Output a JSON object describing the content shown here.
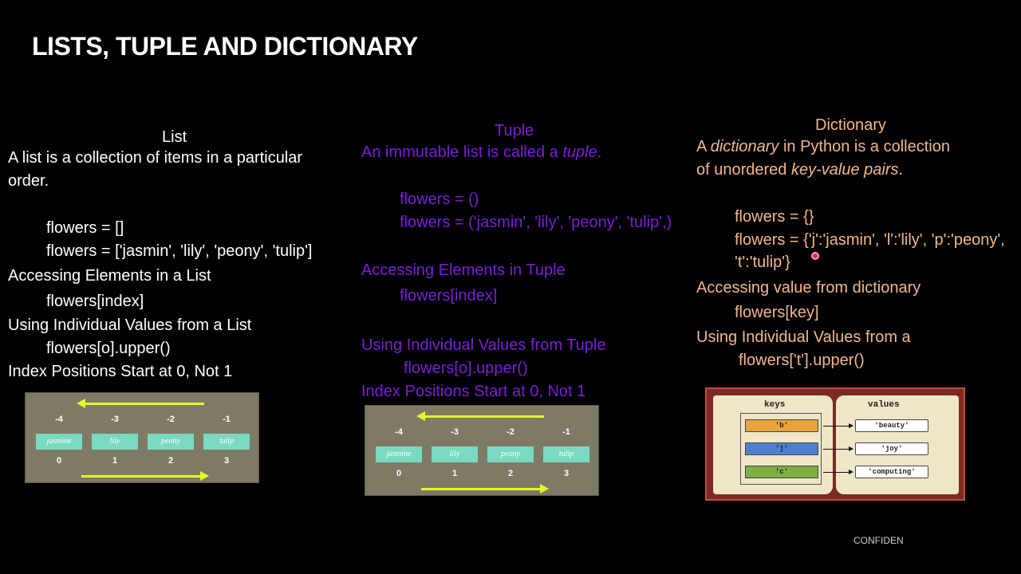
{
  "slide": {
    "title": "LISTS, TUPLE AND DICTIONARY",
    "footer": "CONFIDEN"
  },
  "list": {
    "heading": "List",
    "desc1": "A list is a collection of items in a particular",
    "desc2": "order.",
    "code1": "flowers  = []",
    "code2": "flowers = ['jasmin', 'lily', 'peony', 'tulip']",
    "sub1": "Accessing Elements in a List",
    "code3": "flowers[index]",
    "sub2": "Using Individual Values from a List",
    "code4": "flowers[o].upper()",
    "sub3": "Index Positions Start at 0, Not 1"
  },
  "tuple": {
    "heading": "Tuple",
    "desc_a": "An immutable list is called a ",
    "desc_b": "tuple",
    "desc_c": ".",
    "code1": "flowers  = ()",
    "code2": "flowers = ('jasmin', 'lily', 'peony', 'tulip',)",
    "sub1": "Accessing Elements in Tuple",
    "code3": "flowers[index]",
    "sub2": "Using Individual Values from Tuple",
    "code4": "flowers[o].upper()",
    "sub3": "Index Positions Start at 0, Not 1"
  },
  "dictionary": {
    "heading": "Dictionary",
    "desc1_a": "A ",
    "desc1_b": "dictionary",
    "desc1_c": " in Python is a collection",
    "desc2_a": "of unordered ",
    "desc2_b": "key-value pairs",
    "desc2_c": ".",
    "code1": "flowers  = {}",
    "code2": "flowers = {'j':'jasmin', 'l':'lily', 'p':'peony',",
    "code2b": "'t':'tulip'}",
    "sub1": "Accessing value from dictionary",
    "code3": "flowers[key]",
    "sub2": "Using Individual Values from a",
    "code4": "flowers['t'].upper()"
  },
  "index_diagram": {
    "neg": [
      "-4",
      "-3",
      "-2",
      "-1"
    ],
    "items": [
      "jasmine",
      "lily",
      "peony",
      "tulip"
    ],
    "pos": [
      "0",
      "1",
      "2",
      "3"
    ]
  },
  "dict_diagram": {
    "keys_label": "keys",
    "values_label": "values",
    "keys": [
      "'b'",
      "'j'",
      "'c'"
    ],
    "values": [
      "'beauty'",
      "'joy'",
      "'computing'"
    ],
    "key_colors": [
      "#e8a33c",
      "#4f7fd1",
      "#7cae43"
    ]
  }
}
